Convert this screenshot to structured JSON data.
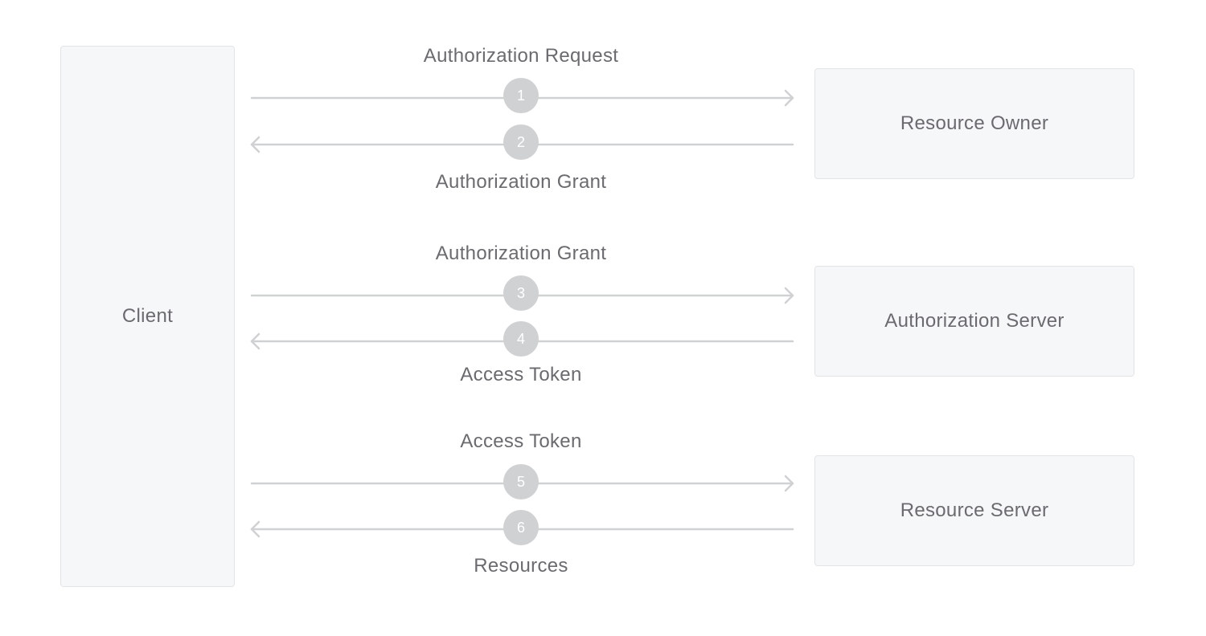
{
  "actors": {
    "client": "Client",
    "resource_owner": "Resource Owner",
    "authorization_server": "Authorization Server",
    "resource_server": "Resource Server"
  },
  "flows": [
    {
      "top_label": "Authorization Request",
      "bottom_label": "Authorization Grant",
      "request_step": "1",
      "response_step": "2"
    },
    {
      "top_label": "Authorization Grant",
      "bottom_label": "Access Token",
      "request_step": "3",
      "response_step": "4"
    },
    {
      "top_label": "Access Token",
      "bottom_label": "Resources",
      "request_step": "5",
      "response_step": "6"
    }
  ],
  "colors": {
    "line": "#d0d1d3",
    "box_fill": "#f6f7f9",
    "box_border": "#e3e4e7",
    "text": "#6b6b6f"
  }
}
